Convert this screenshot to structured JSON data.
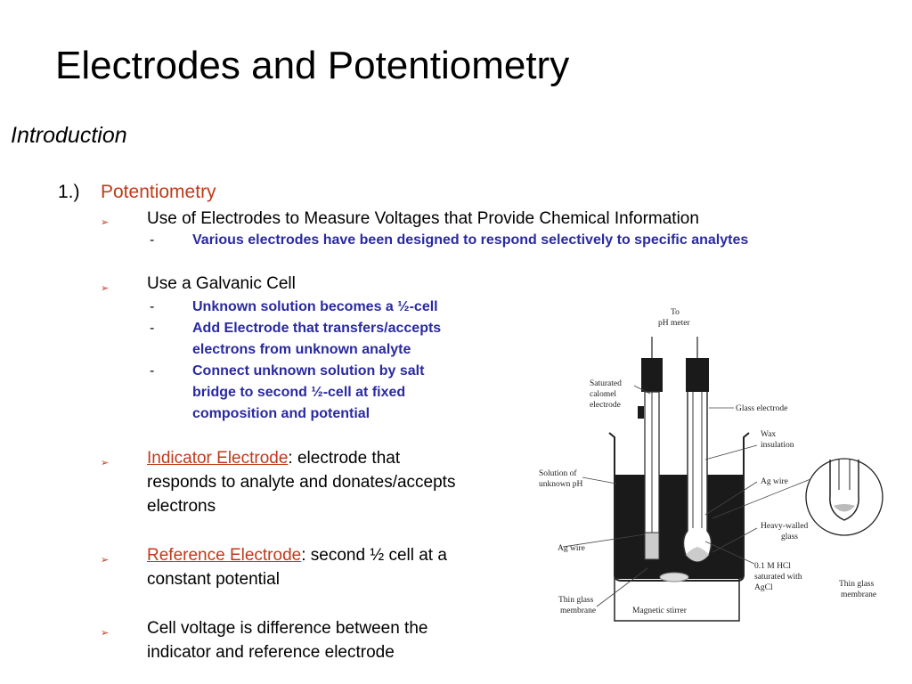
{
  "slide": {
    "title": "Electrodes and Potentiometry",
    "intro": "Introduction",
    "section_number": "1.)",
    "section_title": "Potentiometry",
    "bullet_glyph": "➢",
    "bullet1": "Use of Electrodes to Measure Voltages that Provide Chemical Information",
    "bullet1_sub": "Various electrodes have been designed to respond selectively to specific analytes",
    "bullet2": "Use a Galvanic Cell",
    "bullet2_subs": [
      {
        "lines": [
          "Unknown solution becomes a ½-cell"
        ]
      },
      {
        "lines": [
          "Add Electrode that transfers/accepts",
          "electrons from unknown analyte"
        ]
      },
      {
        "lines": [
          "Connect unknown solution by salt",
          "bridge to second ½-cell at fixed",
          "composition and potential"
        ]
      }
    ],
    "dash": "-",
    "bullet3_term": "Indicator Electrode",
    "bullet3_rest": ": electrode that",
    "bullet3_lines": [
      "responds to analyte and donates/accepts",
      "electrons"
    ],
    "bullet4_term": "Reference Electrode",
    "bullet4_rest": ": second ½ cell at a",
    "bullet4_lines": [
      "constant potential"
    ],
    "bullet5_lines": [
      "Cell voltage is difference between the",
      "indicator and reference electrode"
    ]
  },
  "diagram": {
    "to_ph_meter": [
      "To",
      "pH meter"
    ],
    "saturated_calomel": [
      "Saturated",
      "calomel",
      "electrode"
    ],
    "glass_electrode": "Glass electrode",
    "wax_insulation": [
      "Wax",
      "insulation"
    ],
    "solution": [
      "Solution of",
      "unknown pH"
    ],
    "ag_wire_right": "Ag wire",
    "heavy_walled": [
      "Heavy-walled",
      "glass"
    ],
    "ag_wire_left": "Ag wire",
    "hcl": [
      "0.1 M HCl",
      "saturated with",
      "AgCl"
    ],
    "thin_glass_left": [
      "Thin glass",
      "membrane"
    ],
    "magnetic_stirrer": "Magnetic stirrer",
    "thin_glass_right": [
      "Thin glass",
      "membrane"
    ]
  }
}
